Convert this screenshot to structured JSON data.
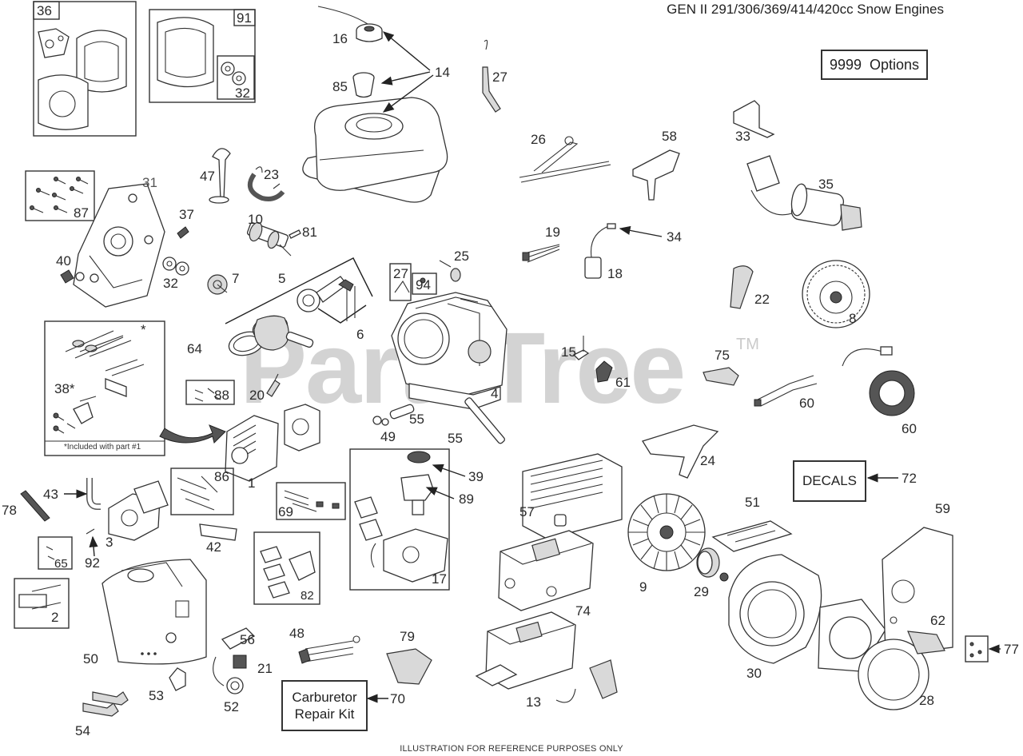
{
  "header": {
    "title": "GEN II 291/306/369/414/420cc Snow Engines"
  },
  "footer": {
    "note": "ILLUSTRATION FOR REFERENCE PURPOSES ONLY"
  },
  "watermark": {
    "text": "PartsTree",
    "tm": "TM"
  },
  "boxes": {
    "options": "9999  Options",
    "decals": "DECALS",
    "carb_kit_line1": "Carburetor",
    "carb_kit_line2": "Repair Kit",
    "included_note": "*Included with part #1"
  },
  "labels": {
    "l36": "36",
    "l91": "91",
    "l32a": "32",
    "l16": "16",
    "l85": "85",
    "l14": "14",
    "l27a": "27",
    "l26": "26",
    "l58": "58",
    "l33": "33",
    "l35": "35",
    "l31": "31",
    "l87": "87",
    "l47": "47",
    "l23": "23",
    "l37": "37",
    "l10": "10",
    "l81": "81",
    "l40": "40",
    "l32b": "32",
    "l7": "7",
    "l5": "5",
    "l27b": "27",
    "l94": "94",
    "l25": "25",
    "l19": "19",
    "l34": "34",
    "l18": "18",
    "l22": "22",
    "l8": "8",
    "l6": "6",
    "l64": "64",
    "l38": "38*",
    "l88": "88",
    "l20": "20",
    "l75": "75",
    "l15": "15",
    "l61": "61",
    "l4": "4",
    "l60a": "60",
    "l60b": "60",
    "l49": "49",
    "l55a": "55",
    "l55b": "55",
    "l24": "24",
    "l72": "72",
    "l39": "39",
    "l89": "89",
    "l1": "1",
    "l86": "86",
    "l43": "43",
    "l78": "78",
    "l57": "57",
    "l51": "51",
    "l59": "59",
    "l69": "69",
    "l3": "3",
    "l42": "42",
    "l65": "65",
    "l92": "92",
    "l2": "2",
    "l82": "82",
    "l17": "17",
    "l9": "9",
    "l29": "29",
    "l74": "74",
    "l62": "62",
    "l77": "77",
    "l50": "50",
    "l56": "56",
    "l48": "48",
    "l79": "79",
    "l21": "21",
    "l70": "70",
    "l13": "13",
    "l30": "30",
    "l28": "28",
    "l53": "53",
    "l52": "52",
    "l54": "54",
    "asterisk": "*"
  }
}
